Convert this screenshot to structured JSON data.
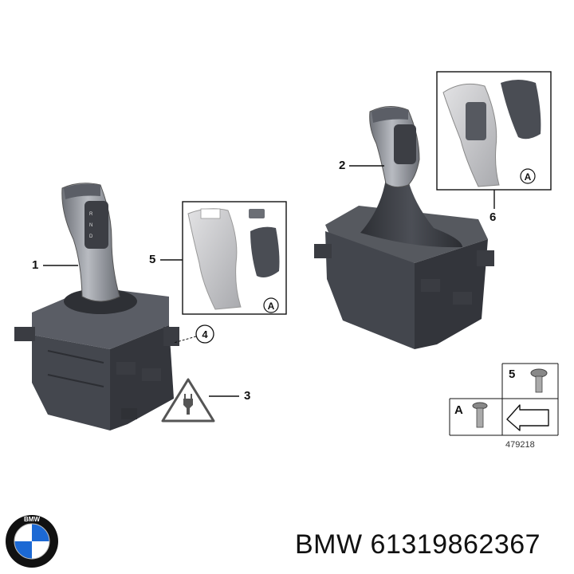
{
  "callouts": {
    "c1": "1",
    "c2": "2",
    "c3": "3",
    "c4": "4",
    "c5": "5",
    "c6": "6",
    "detail_a_left": "A",
    "detail_a_right": "A",
    "legend_5": "5",
    "legend_a": "A"
  },
  "drawing_ref": "479218",
  "part": {
    "brand": "BMW",
    "number": "61319862367",
    "logo_letters": "BMW"
  },
  "colors": {
    "housing": "#4a4d55",
    "housing_dark": "#34363c",
    "knob": "#8d9097",
    "knob_light": "#b5b8be",
    "cover_light": "#c9c9cc",
    "line": "#111111",
    "logo_blue": "#1c69d4"
  }
}
